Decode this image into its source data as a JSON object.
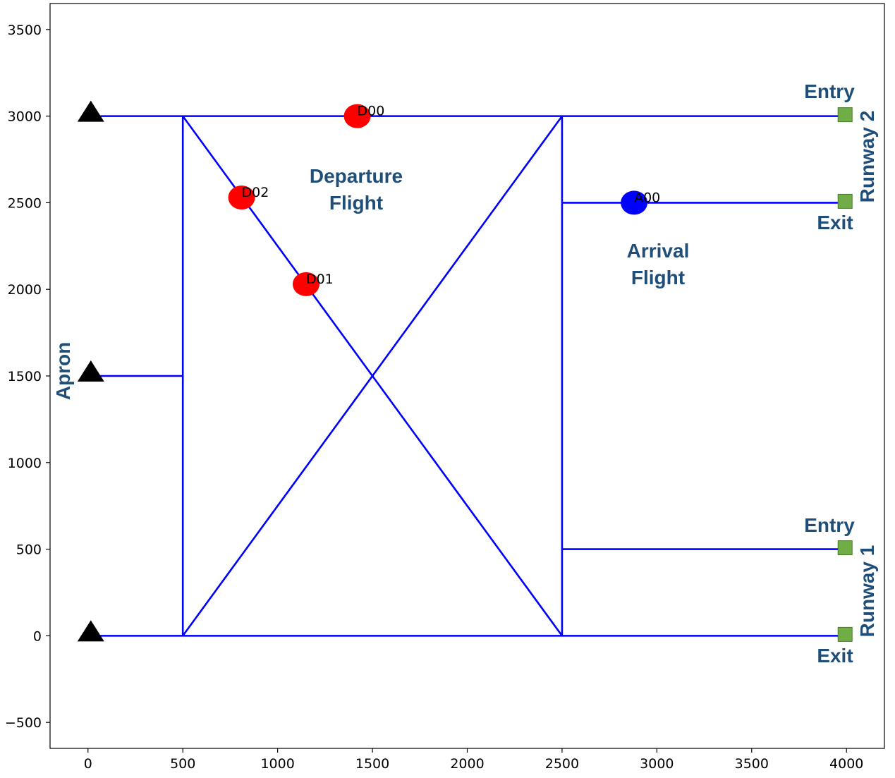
{
  "chart_data": {
    "type": "scatter",
    "title": "",
    "xlabel": "",
    "ylabel": "",
    "xlim": [
      -200,
      4200
    ],
    "ylim": [
      -650,
      3650
    ],
    "x_ticks": [
      0,
      500,
      1000,
      1500,
      2000,
      2500,
      3000,
      3500,
      4000
    ],
    "y_ticks": [
      -500,
      0,
      500,
      1000,
      1500,
      2000,
      2500,
      3000,
      3500
    ],
    "grid": false,
    "colors": {
      "taxiway": "#0000ff",
      "departure": "#ff0000",
      "arrival": "#0000ff",
      "apron": "#000000",
      "runway_point": "#70ad47",
      "annotation": "#1f4e79"
    },
    "taxiway_segments": [
      [
        [
          0,
          3000
        ],
        [
          4000,
          3000
        ]
      ],
      [
        [
          0,
          0
        ],
        [
          4000,
          0
        ]
      ],
      [
        [
          0,
          1500
        ],
        [
          500,
          1500
        ]
      ],
      [
        [
          500,
          0
        ],
        [
          500,
          3000
        ]
      ],
      [
        [
          2500,
          0
        ],
        [
          2500,
          3000
        ]
      ],
      [
        [
          500,
          3000
        ],
        [
          2500,
          0
        ]
      ],
      [
        [
          500,
          0
        ],
        [
          2500,
          3000
        ]
      ],
      [
        [
          2500,
          2500
        ],
        [
          4000,
          2500
        ]
      ],
      [
        [
          2500,
          500
        ],
        [
          4000,
          500
        ]
      ]
    ],
    "apron_points": [
      {
        "x": 0,
        "y": 3000
      },
      {
        "x": 0,
        "y": 1500
      },
      {
        "x": 0,
        "y": 0
      }
    ],
    "runway_points": [
      {
        "x": 4000,
        "y": 3000
      },
      {
        "x": 4000,
        "y": 2500
      },
      {
        "x": 4000,
        "y": 500
      },
      {
        "x": 4000,
        "y": 0
      }
    ],
    "departure_flights": [
      {
        "label": "D00",
        "x": 1420,
        "y": 3000
      },
      {
        "label": "D01",
        "x": 1150,
        "y": 2030
      },
      {
        "label": "D02",
        "x": 810,
        "y": 2530
      }
    ],
    "arrival_flights": [
      {
        "label": "A00",
        "x": 2880,
        "y": 2500
      }
    ],
    "annotations": {
      "apron": "Apron",
      "departure_line1": "Departure",
      "departure_line2": "Flight",
      "arrival_line1": "Arrival",
      "arrival_line2": "Flight",
      "runway2": "Runway 2",
      "runway1": "Runway 1",
      "entry_top": "Entry",
      "exit_top": "Exit",
      "entry_bottom": "Entry",
      "exit_bottom": "Exit"
    }
  }
}
